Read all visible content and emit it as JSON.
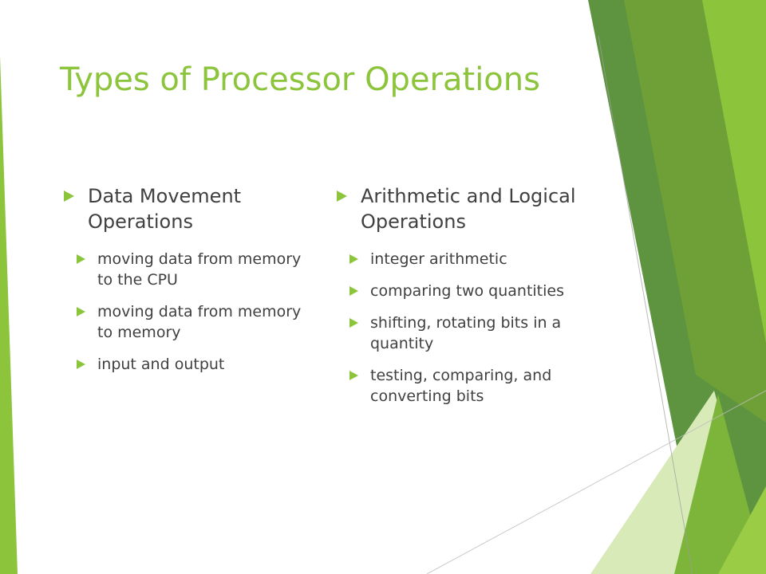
{
  "theme": {
    "title_color": "#8CC43C",
    "accent": "#8CC43C"
  },
  "slide": {
    "title": "Types of Processor Operations",
    "columns": [
      {
        "heading": "Data Movement Operations",
        "items": [
          "moving data from memory to the CPU",
          "moving data from memory to memory",
          "input and output"
        ]
      },
      {
        "heading": "Arithmetic and Logical Operations",
        "items": [
          "integer arithmetic",
          "comparing two quantities",
          "shifting, rotating bits in a quantity",
          "testing, comparing, and converting bits"
        ]
      }
    ]
  }
}
